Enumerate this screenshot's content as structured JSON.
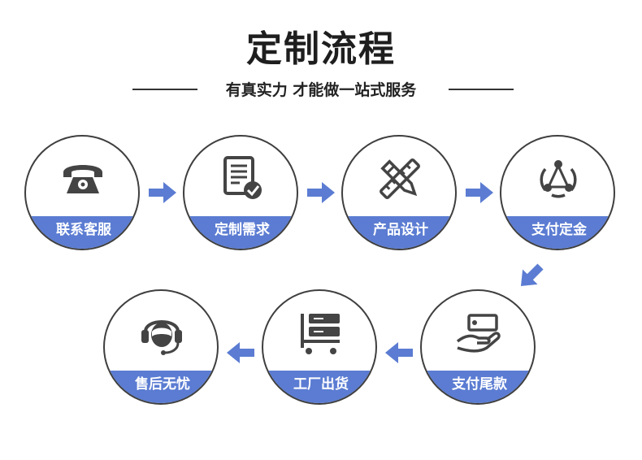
{
  "header": {
    "title": "定制流程",
    "subtitle": "有真实力 才能做一站式服务"
  },
  "colors": {
    "accent": "#5b7cd2",
    "icon": "#444444",
    "arrow": "#5b7cd2"
  },
  "steps": [
    {
      "label": "联系客服",
      "icon": "telephone-icon"
    },
    {
      "label": "定制需求",
      "icon": "checklist-icon"
    },
    {
      "label": "产品设计",
      "icon": "pencil-ruler-icon"
    },
    {
      "label": "支付定金",
      "icon": "network-triangle-icon"
    },
    {
      "label": "支付尾款",
      "icon": "hand-payment-icon"
    },
    {
      "label": "工厂出货",
      "icon": "cart-shelf-icon"
    },
    {
      "label": "售后无忧",
      "icon": "headset-agent-icon"
    }
  ]
}
